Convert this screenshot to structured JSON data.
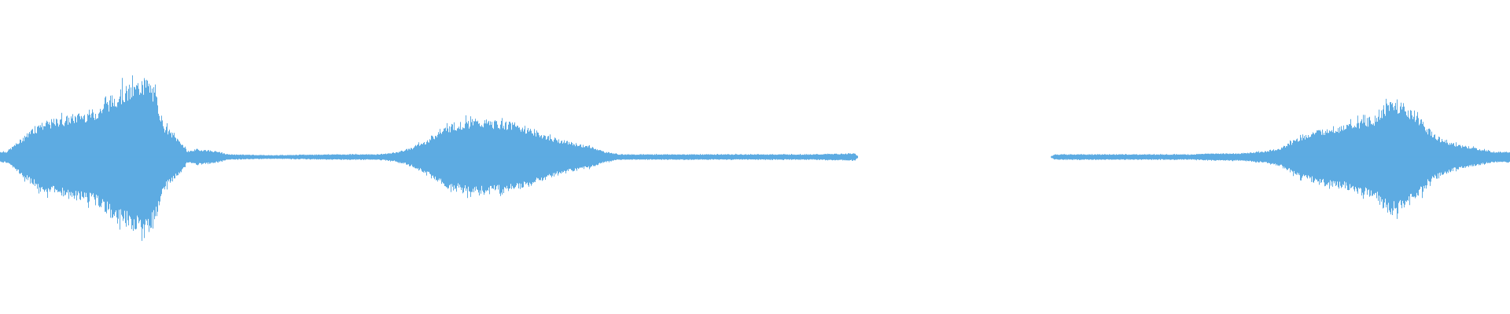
{
  "waveform": {
    "color": "#5dabe2",
    "background": "#ffffff",
    "segments": [
      {
        "name": "segment-left",
        "envelope": [
          [
            0.0,
            0.06
          ],
          [
            0.004,
            0.06
          ],
          [
            0.01,
            0.14
          ],
          [
            0.018,
            0.26
          ],
          [
            0.026,
            0.36
          ],
          [
            0.034,
            0.4
          ],
          [
            0.044,
            0.44
          ],
          [
            0.054,
            0.48
          ],
          [
            0.064,
            0.52
          ],
          [
            0.072,
            0.64
          ],
          [
            0.08,
            0.74
          ],
          [
            0.088,
            0.78
          ],
          [
            0.094,
            0.86
          ],
          [
            0.1,
            0.8
          ],
          [
            0.104,
            0.64
          ],
          [
            0.108,
            0.36
          ],
          [
            0.114,
            0.26
          ],
          [
            0.12,
            0.16
          ],
          [
            0.124,
            0.06
          ],
          [
            0.128,
            0.08
          ],
          [
            0.136,
            0.08
          ],
          [
            0.144,
            0.06
          ],
          [
            0.15,
            0.03
          ],
          [
            0.18,
            0.02
          ],
          [
            0.22,
            0.03
          ],
          [
            0.25,
            0.03
          ],
          [
            0.262,
            0.05
          ],
          [
            0.272,
            0.1
          ],
          [
            0.282,
            0.18
          ],
          [
            0.296,
            0.34
          ],
          [
            0.31,
            0.4
          ],
          [
            0.322,
            0.4
          ],
          [
            0.336,
            0.38
          ],
          [
            0.35,
            0.32
          ],
          [
            0.364,
            0.22
          ],
          [
            0.378,
            0.16
          ],
          [
            0.392,
            0.11
          ],
          [
            0.4,
            0.06
          ],
          [
            0.41,
            0.03
          ],
          [
            0.45,
            0.03
          ],
          [
            0.5,
            0.03
          ],
          [
            0.54,
            0.03
          ],
          [
            0.566,
            0.04
          ],
          [
            0.568,
            0.0
          ]
        ]
      },
      {
        "name": "segment-right",
        "envelope": [
          [
            0.696,
            0.0
          ],
          [
            0.698,
            0.03
          ],
          [
            0.74,
            0.03
          ],
          [
            0.79,
            0.03
          ],
          [
            0.8,
            0.04
          ],
          [
            0.82,
            0.04
          ],
          [
            0.836,
            0.06
          ],
          [
            0.848,
            0.1
          ],
          [
            0.858,
            0.2
          ],
          [
            0.87,
            0.28
          ],
          [
            0.88,
            0.32
          ],
          [
            0.89,
            0.34
          ],
          [
            0.9,
            0.4
          ],
          [
            0.91,
            0.44
          ],
          [
            0.916,
            0.56
          ],
          [
            0.922,
            0.62
          ],
          [
            0.93,
            0.58
          ],
          [
            0.938,
            0.46
          ],
          [
            0.946,
            0.3
          ],
          [
            0.954,
            0.2
          ],
          [
            0.964,
            0.14
          ],
          [
            0.976,
            0.1
          ],
          [
            0.988,
            0.06
          ],
          [
            1.0,
            0.06
          ]
        ]
      }
    ]
  }
}
